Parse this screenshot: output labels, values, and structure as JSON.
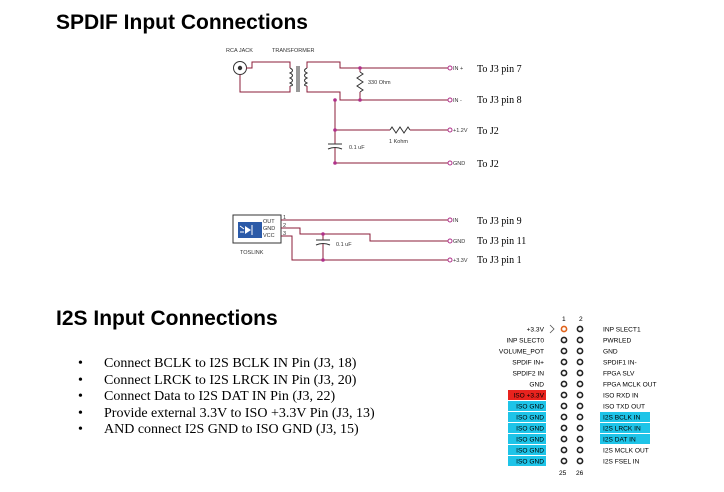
{
  "spdif": {
    "title": "SPDIF Input Connections",
    "rca_label": "RCA JACK",
    "transformer_label": "TRANSFORMER",
    "r1_label": "330 Ohm",
    "r2_label": "1 Kohm",
    "c1_label": "0.1 uF",
    "net_in_plus": "IN +",
    "net_in_minus": "IN -",
    "net_1v2": "+1.2V",
    "net_gnd": "GND",
    "to_j3_pin7": "To J3 pin 7",
    "to_j3_pin8": "To J3 pin 8",
    "to_j2_a": "To J2",
    "to_j2_b": "To J2",
    "toslink_label": "TOSLINK",
    "toslink_out": "OUT",
    "toslink_gnd": "GND",
    "toslink_vcc": "VCC",
    "pin1": "1",
    "pin2": "2",
    "pin3": "3",
    "c2_label": "0.1 uF",
    "net_in": "IN",
    "net_gnd2": "GND",
    "net_3v3": "+3.3V",
    "to_j3_pin9": "To J3 pin 9",
    "to_j3_pin11": "To J3 pin 11",
    "to_j3_pin1": "To J3 pin 1"
  },
  "i2s": {
    "title": "I2S Input Connections",
    "bullet_glyph": "•",
    "bullets": [
      "Connect BCLK to I2S BCLK IN Pin (J3, 18)",
      "Connect LRCK to I2S LRCK IN Pin (J3, 20)",
      "Connect Data to I2S DAT IN Pin (J3, 22)",
      "Provide external 3.3V to ISO +3.3V Pin (J3, 13)",
      "AND connect I2S GND to ISO GND (J3, 15)"
    ]
  },
  "header": {
    "col_left_num_top": "1",
    "col_right_num_top": "2",
    "col_left_num_bottom": "25",
    "col_right_num_bottom": "26",
    "left_labels": [
      "+3.3V",
      "INP SLECT0",
      "VOLUME_POT",
      "SPDIF IN+",
      "SPDIF2 IN",
      "GND",
      "ISO +3.3V",
      "ISO GND",
      "ISO GND",
      "ISO GND",
      "ISO GND",
      "ISO GND",
      "ISO GND"
    ],
    "right_labels": [
      "INP SLECT1",
      "PWRLED",
      "GND",
      "SPDIF1 IN-",
      "FPGA SLV",
      "FPGA MCLK OUT",
      "ISO RXD IN",
      "ISO TXD OUT",
      "I2S BCLK IN",
      "I2S LRCK IN",
      "I2S DAT IN",
      "I2S MCLK OUT",
      "I2S FSEL IN"
    ],
    "colors": {
      "wire": "#8b1c3a",
      "node": "#b0308a",
      "cyan": "#1ec4e8",
      "red": "#e8231e",
      "pin1": "#e0621a"
    }
  }
}
